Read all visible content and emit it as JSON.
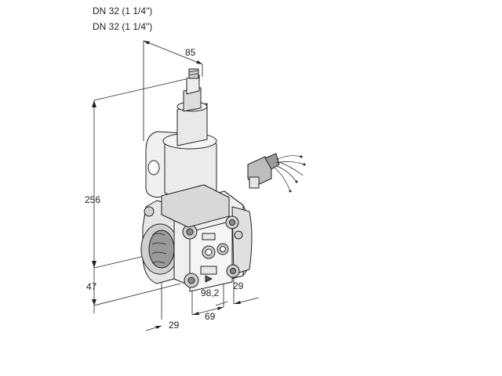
{
  "header": {
    "line1": "DN 32 (1 1/4\")",
    "line2": "DN 32 (1 1/4\")"
  },
  "dimensions": {
    "top_width": "85",
    "height": "256",
    "base_height": "47",
    "inner_offset": "98,2",
    "right_side": "29",
    "mid_width": "69",
    "left_side": "29"
  },
  "colors": {
    "body": "#f0f0f0",
    "shade": "#d4d4d4",
    "dark": "#8a8a8a",
    "line": "#222222"
  }
}
